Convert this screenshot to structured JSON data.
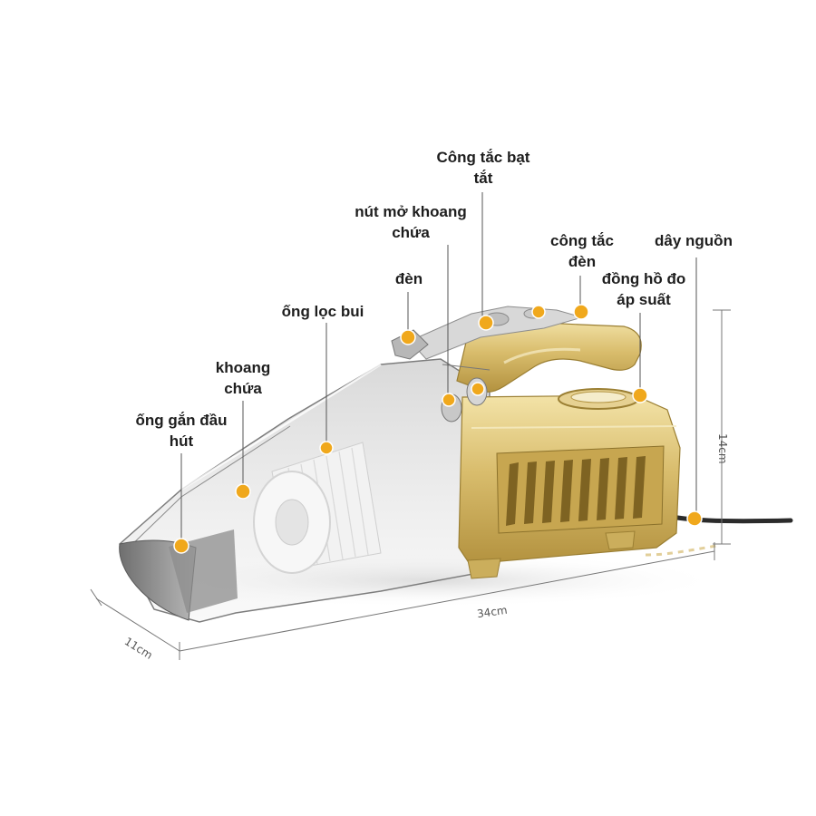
{
  "labels": {
    "power_switch": "Công tắc bạt tắt",
    "chamber_release": "nút mở khoang chứa",
    "light": "đèn",
    "light_switch": "công tắc đèn",
    "power_cord": "dây nguồn",
    "pressure_gauge": "đồng hồ đo áp suất",
    "dust_filter": "ống lọc bui",
    "chamber": "khoang chứa",
    "nozzle": "ống gắn đầu hút"
  },
  "dimensions": {
    "length": "34cm",
    "width": "11cm",
    "height": "14cm"
  },
  "colors": {
    "marker": "#f0a81c",
    "body_gold": "#d8bd6c",
    "body_gold_dark": "#a8883a",
    "tank_gray": "#9a9a9a"
  }
}
